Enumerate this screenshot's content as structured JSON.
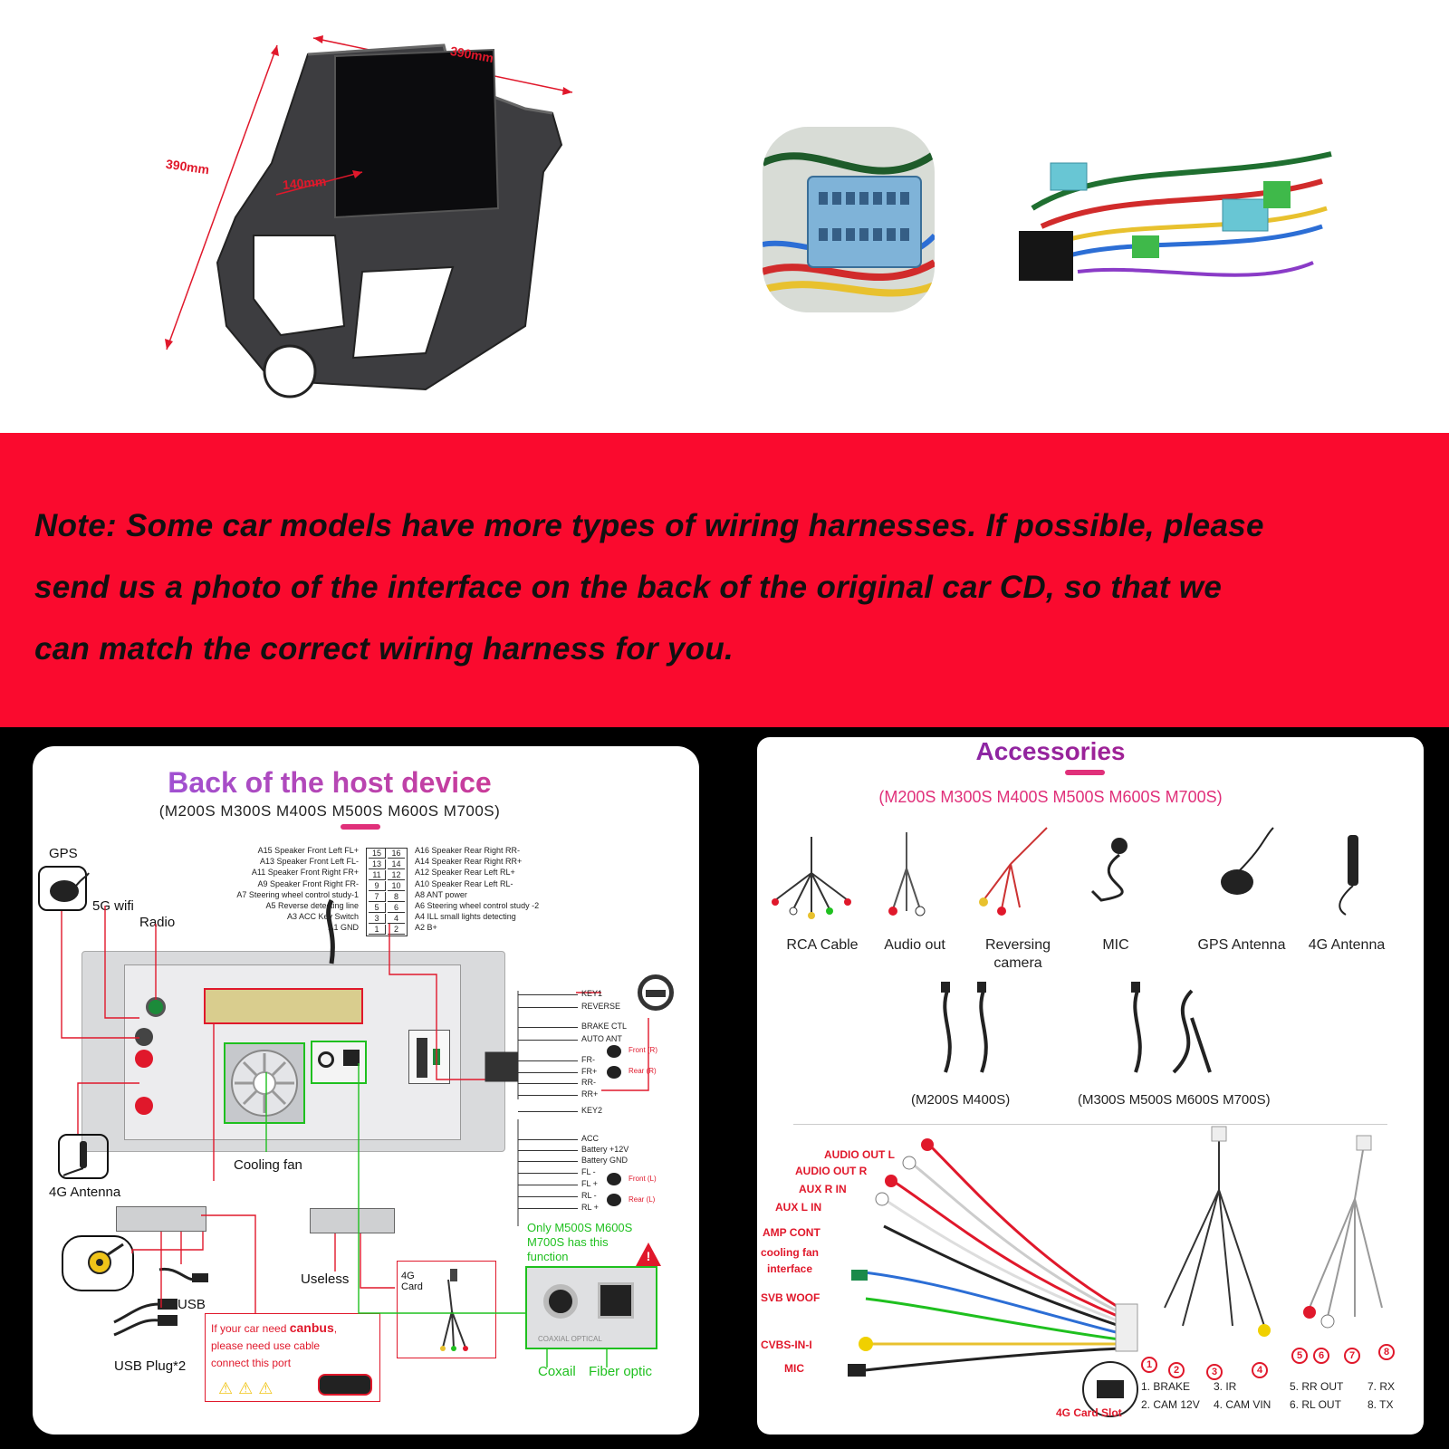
{
  "product": {
    "dimension_width": "390mm",
    "dimension_height": "390mm",
    "dimension_depth": "140mm"
  },
  "note": {
    "line1": "Note: Some car models have more types of wiring harnesses. If possible, please",
    "line2": "send us a photo of the interface on the back of the original car CD, so that we",
    "line3": "can match the correct wiring harness for you."
  },
  "host": {
    "title": "Back of the host device",
    "models": "(M200S M300S M400S M500S M600S M700S)",
    "pins_left": [
      "A15  Speaker Front Left FL+",
      "A13  Speaker Front Left FL-",
      "A11  Speaker Front Right FR+",
      "A9  Speaker Front Right FR-",
      "A7  Steering wheel control study-1",
      "A5  Reverse detecting line",
      "A3 ACC Key Switch",
      "A1 GND"
    ],
    "pins_right": [
      "A16 Speaker Rear Right RR-",
      "A14 Speaker Rear Right RR+",
      "A12 Speaker Rear Left RL+",
      "A10 Speaker Rear Left RL-",
      "A8  ANT power",
      "A6  Steering wheel control study -2",
      "A4  ILL small lights detecting",
      "A2  B+"
    ],
    "pin_numbers_left": [
      "15",
      "13",
      "11",
      "9",
      "7",
      "5",
      "3",
      "1"
    ],
    "pin_numbers_right": [
      "16",
      "14",
      "12",
      "10",
      "8",
      "6",
      "4",
      "2"
    ],
    "gps_label": "GPS",
    "wifi_label": "5G wifi",
    "radio_label": "Radio",
    "antenna_4g_label": "4G Antenna",
    "cooling_fan_label": "Cooling fan",
    "useless_label": "Useless",
    "card_4g_label": "4G\nCard",
    "usb_label": "USB",
    "usb_plug_label": "USB Plug*2",
    "canbus_text": "If your car need ",
    "canbus_bold": "canbus",
    "canbus_text2": ",\nplease need use cable\nconnect this port",
    "only_text": "Only M500S M600S\nM700S has this\nfunction",
    "coaxial_label": "Coxail",
    "fiber_label": "Fiber optic",
    "coaxial_optical_mark": "COAXIAL  OPTICAL",
    "right_wires_top": [
      "KEY1",
      "REVERSE",
      "BRAKE CTL",
      "AUTO ANT",
      "FR-",
      "FR+",
      "RR-",
      "RR+",
      "KEY2"
    ],
    "right_wires_bottom": [
      "ACC",
      "Battery +12V",
      "Battery GND",
      "FL -",
      "FL +",
      "RL -",
      "RL +"
    ],
    "front_r": "Front (R)",
    "rear_r": "Rear (R)",
    "front_l": "Front (L)",
    "rear_l": "Rear (L)"
  },
  "accessories": {
    "title": "Accessories",
    "models": "(M200S M300S M400S M500S M600S M700S)",
    "items": [
      "RCA Cable",
      "Audio out",
      "Reversing\ncamera",
      "MIC",
      "GPS Antenna",
      "4G Antenna"
    ],
    "usb_group1": "(M200S M400S)",
    "usb_group2": "(M300S M500S M600S M700S)",
    "cable_labels": [
      "AUDIO OUT L",
      "AUDIO OUT R",
      "AUX R IN",
      "AUX L IN",
      "AMP CONT",
      "cooling fan\ninterface",
      "SVB WOOF",
      "CVBS-IN-I",
      "MIC"
    ],
    "card_slot_label": "4G Card Slot",
    "legend": [
      "1. BRAKE",
      "2. CAM 12V",
      "3. IR",
      "4. CAM VIN",
      "5. RR OUT",
      "6. RL OUT",
      "7. RX",
      "8. TX"
    ],
    "numbers": [
      "1",
      "2",
      "3",
      "4",
      "5",
      "6",
      "7",
      "8"
    ]
  },
  "colors": {
    "accent_red": "#e0182b",
    "note_band": "#fa0a2e",
    "title_gradient_start": "#8a5cf0",
    "title_gradient_end": "#e0307a",
    "green": "#1fc01f"
  }
}
